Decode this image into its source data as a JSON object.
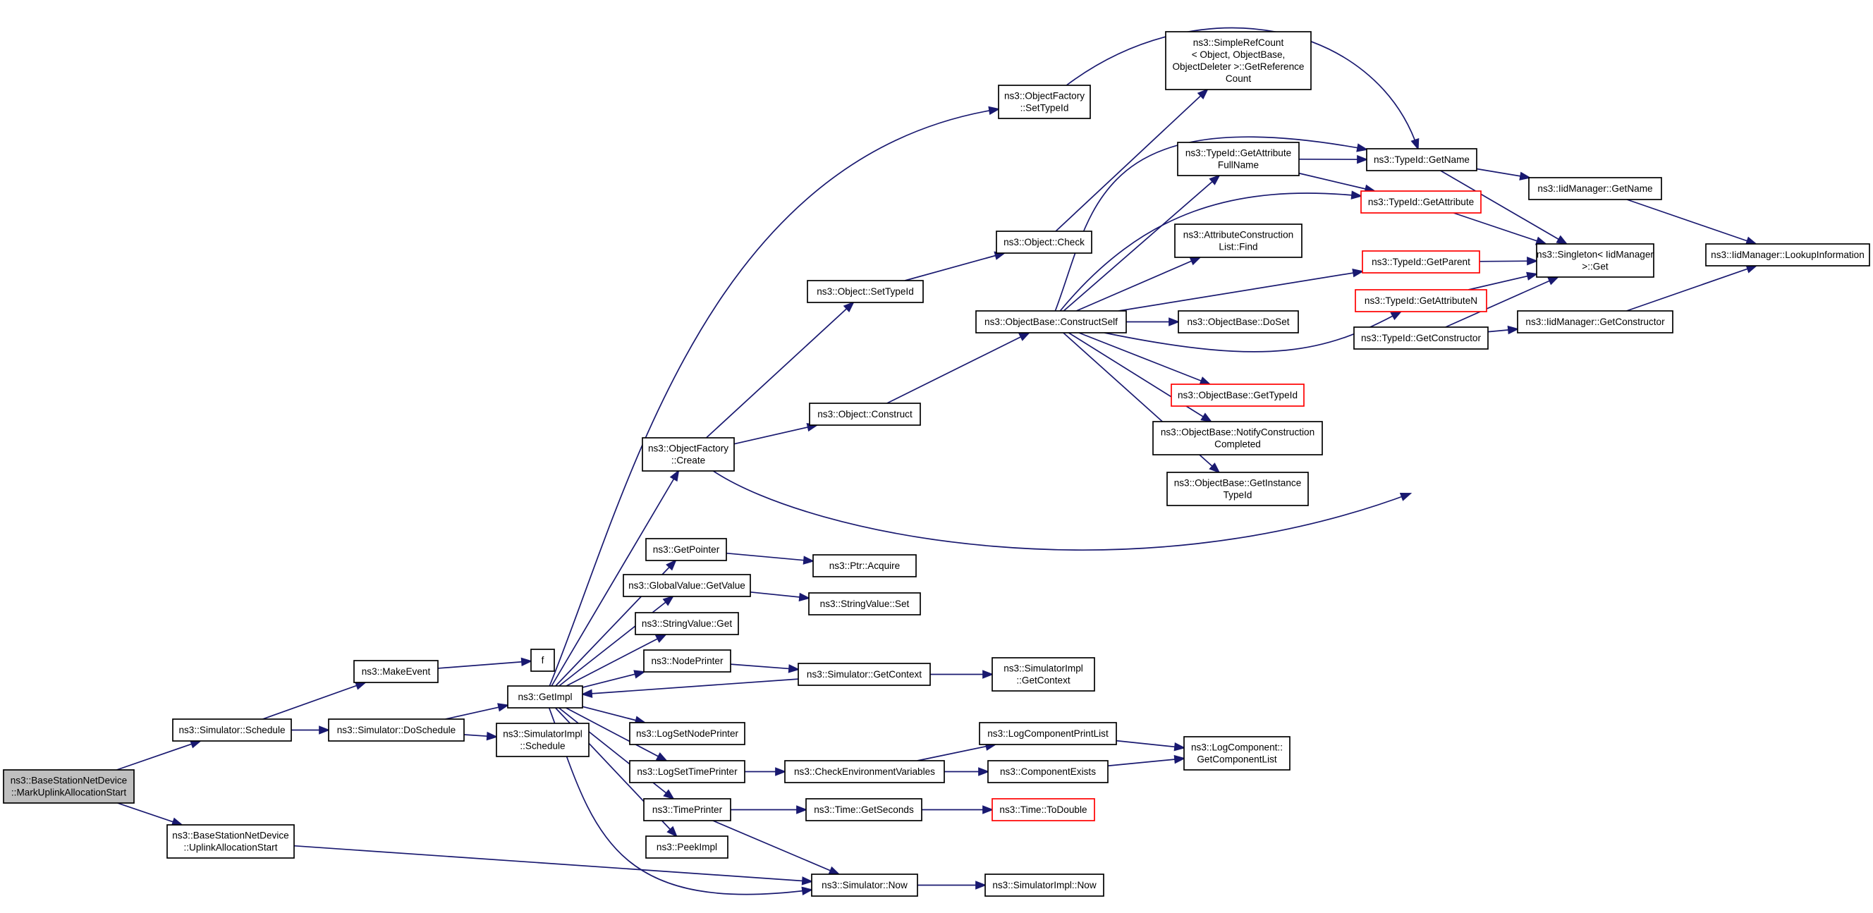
{
  "colors": {
    "edge": "#191970",
    "node_border": "#000000",
    "highlight_border": "#ff0000",
    "root_fill": "#bfbfbf",
    "background": "#ffffff"
  },
  "nodes": [
    {
      "id": "root",
      "lines": [
        "ns3::BaseStationNetDevice",
        "::MarkUplinkAllocationStart"
      ],
      "style": "root"
    },
    {
      "id": "sched",
      "lines": [
        "ns3::Simulator::Schedule"
      ]
    },
    {
      "id": "uas",
      "lines": [
        "ns3::BaseStationNetDevice",
        "::UplinkAllocationStart"
      ]
    },
    {
      "id": "mkev",
      "lines": [
        "ns3::MakeEvent"
      ]
    },
    {
      "id": "dosched",
      "lines": [
        "ns3::Simulator::DoSchedule"
      ]
    },
    {
      "id": "f",
      "lines": [
        "f"
      ]
    },
    {
      "id": "getimpl",
      "lines": [
        "ns3::GetImpl"
      ]
    },
    {
      "id": "simimplsched",
      "lines": [
        "ns3::SimulatorImpl",
        "::Schedule"
      ]
    },
    {
      "id": "ofcreate",
      "lines": [
        "ns3::ObjectFactory",
        "::Create"
      ]
    },
    {
      "id": "getptr",
      "lines": [
        "ns3::GetPointer"
      ]
    },
    {
      "id": "gvget",
      "lines": [
        "ns3::GlobalValue::GetValue"
      ]
    },
    {
      "id": "svget",
      "lines": [
        "ns3::StringValue::Get"
      ]
    },
    {
      "id": "nodeprinter",
      "lines": [
        "ns3::NodePrinter"
      ]
    },
    {
      "id": "lsnp",
      "lines": [
        "ns3::LogSetNodePrinter"
      ]
    },
    {
      "id": "lstp",
      "lines": [
        "ns3::LogSetTimePrinter"
      ]
    },
    {
      "id": "timeprinter",
      "lines": [
        "ns3::TimePrinter"
      ]
    },
    {
      "id": "peekimpl",
      "lines": [
        "ns3::PeekImpl"
      ]
    },
    {
      "id": "ofsettid",
      "lines": [
        "ns3::ObjectFactory",
        "::SetTypeId"
      ]
    },
    {
      "id": "objsettid",
      "lines": [
        "ns3::Object::SetTypeId"
      ]
    },
    {
      "id": "objconstruct",
      "lines": [
        "ns3::Object::Construct"
      ]
    },
    {
      "id": "ptracq",
      "lines": [
        "ns3::Ptr::Acquire"
      ]
    },
    {
      "id": "svset",
      "lines": [
        "ns3::StringValue::Set"
      ]
    },
    {
      "id": "simgetctx",
      "lines": [
        "ns3::Simulator::GetContext"
      ]
    },
    {
      "id": "checkenv",
      "lines": [
        "ns3::CheckEnvironmentVariables"
      ]
    },
    {
      "id": "timegetsec",
      "lines": [
        "ns3::Time::GetSeconds"
      ]
    },
    {
      "id": "simnow",
      "lines": [
        "ns3::Simulator::Now"
      ]
    },
    {
      "id": "objcheck",
      "lines": [
        "ns3::Object::Check"
      ]
    },
    {
      "id": "obconstself",
      "lines": [
        "ns3::ObjectBase::ConstructSelf"
      ]
    },
    {
      "id": "simimplgetctx",
      "lines": [
        "ns3::SimulatorImpl",
        "::GetContext"
      ]
    },
    {
      "id": "lcpl",
      "lines": [
        "ns3::LogComponentPrintList"
      ]
    },
    {
      "id": "compexists",
      "lines": [
        "ns3::ComponentExists"
      ]
    },
    {
      "id": "timetodouble",
      "lines": [
        "ns3::Time::ToDouble"
      ],
      "style": "red"
    },
    {
      "id": "simimplnow",
      "lines": [
        "ns3::SimulatorImpl::Now"
      ]
    },
    {
      "id": "srcount",
      "lines": [
        "ns3::SimpleRefCount",
        "< Object, ObjectBase,",
        "ObjectDeleter >::GetReference",
        "Count"
      ]
    },
    {
      "id": "tidgafn",
      "lines": [
        "ns3::TypeId::GetAttribute",
        "FullName"
      ]
    },
    {
      "id": "acfind",
      "lines": [
        "ns3::AttributeConstruction",
        "List::Find"
      ]
    },
    {
      "id": "obdoset",
      "lines": [
        "ns3::ObjectBase::DoSet"
      ]
    },
    {
      "id": "obgettid",
      "lines": [
        "ns3::ObjectBase::GetTypeId"
      ],
      "style": "red"
    },
    {
      "id": "obnotify",
      "lines": [
        "ns3::ObjectBase::NotifyConstruction",
        "Completed"
      ]
    },
    {
      "id": "obgetinst",
      "lines": [
        "ns3::ObjectBase::GetInstance",
        "TypeId"
      ]
    },
    {
      "id": "lcgetlist",
      "lines": [
        "ns3::LogComponent::",
        "GetComponentList"
      ]
    },
    {
      "id": "tidgetname",
      "lines": [
        "ns3::TypeId::GetName"
      ]
    },
    {
      "id": "tidgetattr",
      "lines": [
        "ns3::TypeId::GetAttribute"
      ],
      "style": "red"
    },
    {
      "id": "tidgetparent",
      "lines": [
        "ns3::TypeId::GetParent"
      ],
      "style": "red"
    },
    {
      "id": "tidgetattrn",
      "lines": [
        "ns3::TypeId::GetAttributeN"
      ],
      "style": "red"
    },
    {
      "id": "tidgetctor",
      "lines": [
        "ns3::TypeId::GetConstructor"
      ]
    },
    {
      "id": "iidgetname",
      "lines": [
        "ns3::IidManager::GetName"
      ]
    },
    {
      "id": "singleton",
      "lines": [
        "ns3::Singleton< IidManager",
        ">::Get"
      ]
    },
    {
      "id": "iidgetctor",
      "lines": [
        "ns3::IidManager::GetConstructor"
      ]
    },
    {
      "id": "iidlookup",
      "lines": [
        "ns3::IidManager::LookupInformation"
      ]
    }
  ],
  "edges": [
    [
      "root",
      "sched"
    ],
    [
      "root",
      "uas"
    ],
    [
      "sched",
      "mkev"
    ],
    [
      "sched",
      "dosched"
    ],
    [
      "mkev",
      "f"
    ],
    [
      "dosched",
      "getimpl"
    ],
    [
      "dosched",
      "simimplsched"
    ],
    [
      "uas",
      "simnow"
    ],
    [
      "getimpl",
      "ofcreate"
    ],
    [
      "getimpl",
      "getptr"
    ],
    [
      "getimpl",
      "gvget"
    ],
    [
      "getimpl",
      "svget"
    ],
    [
      "getimpl",
      "nodeprinter"
    ],
    [
      "getimpl",
      "lsnp"
    ],
    [
      "getimpl",
      "lstp"
    ],
    [
      "getimpl",
      "timeprinter"
    ],
    [
      "getimpl",
      "peekimpl"
    ],
    [
      "getimpl",
      "simnow"
    ],
    [
      "getimpl",
      "ofsettid"
    ],
    [
      "simgetctx",
      "getimpl"
    ],
    [
      "ofcreate",
      "objsettid"
    ],
    [
      "ofcreate",
      "objconstruct"
    ],
    [
      "ofcreate",
      "tidgetctor"
    ],
    [
      "objsettid",
      "objcheck"
    ],
    [
      "objconstruct",
      "obconstself"
    ],
    [
      "getptr",
      "ptracq"
    ],
    [
      "gvget",
      "svset"
    ],
    [
      "nodeprinter",
      "simgetctx"
    ],
    [
      "simgetctx",
      "simimplgetctx"
    ],
    [
      "lstp",
      "checkenv"
    ],
    [
      "checkenv",
      "lcpl"
    ],
    [
      "checkenv",
      "compexists"
    ],
    [
      "lcpl",
      "lcgetlist"
    ],
    [
      "compexists",
      "lcgetlist"
    ],
    [
      "timeprinter",
      "timegetsec"
    ],
    [
      "timeprinter",
      "simnow"
    ],
    [
      "timegetsec",
      "timetodouble"
    ],
    [
      "simnow",
      "simimplnow"
    ],
    [
      "ofsettid",
      "tidgetname"
    ],
    [
      "objcheck",
      "srcount"
    ],
    [
      "obconstself",
      "tidgafn"
    ],
    [
      "obconstself",
      "acfind"
    ],
    [
      "obconstself",
      "obdoset"
    ],
    [
      "obconstself",
      "obgettid"
    ],
    [
      "obconstself",
      "obnotify"
    ],
    [
      "obconstself",
      "obgetinst"
    ],
    [
      "obconstself",
      "tidgetname"
    ],
    [
      "obconstself",
      "tidgetattr"
    ],
    [
      "obconstself",
      "tidgetparent"
    ],
    [
      "obconstself",
      "tidgetattrn"
    ],
    [
      "tidgafn",
      "tidgetname"
    ],
    [
      "tidgafn",
      "tidgetattr"
    ],
    [
      "tidgetname",
      "iidgetname"
    ],
    [
      "tidgetname",
      "singleton"
    ],
    [
      "tidgetattr",
      "singleton"
    ],
    [
      "tidgetparent",
      "singleton"
    ],
    [
      "tidgetattrn",
      "singleton"
    ],
    [
      "tidgetctor",
      "singleton"
    ],
    [
      "tidgetctor",
      "iidgetctor"
    ],
    [
      "iidgetname",
      "iidlookup"
    ],
    [
      "iidgetctor",
      "iidlookup"
    ]
  ]
}
